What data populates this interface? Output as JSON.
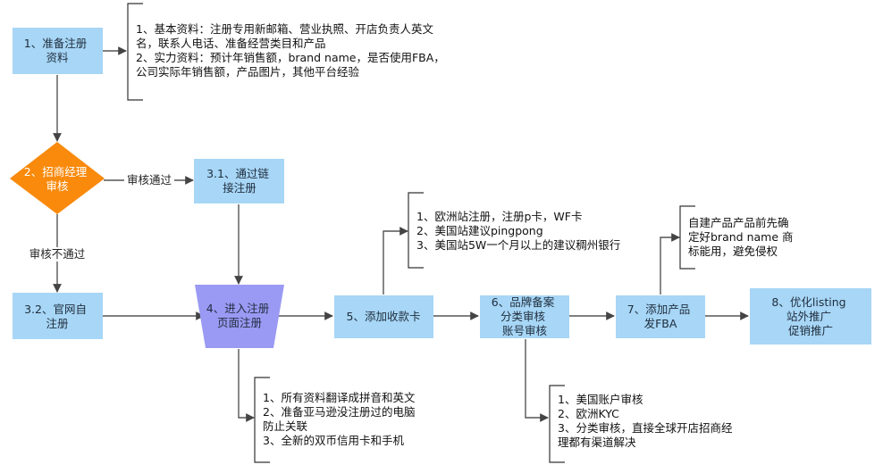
{
  "colors": {
    "box_fill": "#a7d6f6",
    "diamond_fill": "#f98a0c",
    "trapezoid_fill": "#9a9af4",
    "line": "#555555",
    "text": "#1f2d3d",
    "white": "#ffffff"
  },
  "nodes": {
    "n1": [
      "1、准备注册",
      "资料"
    ],
    "n2": [
      "2、招商经理",
      "审核"
    ],
    "n31": [
      "3.1、通过链",
      "接注册"
    ],
    "n32": [
      "3.2、官网自",
      "注册"
    ],
    "n4": [
      "4、进入注册",
      "页面注册"
    ],
    "n5": [
      "5、添加收款卡"
    ],
    "n6": [
      "6、品牌备案",
      "分类审核",
      "账号审核"
    ],
    "n7": [
      "7、添加产品",
      "发FBA"
    ],
    "n8": [
      "8、优化listing",
      "站外推广",
      "促销推广"
    ]
  },
  "edge_labels": {
    "pass": "审核通过",
    "fail": "审核不通过"
  },
  "notes": {
    "materials": [
      "1、基本资料：注册专用新邮箱、营业执照、开店负责人英文",
      "名，联系人电话、准备经营类目和产品",
      "2、实力资料：预计年销售额，brand name，是否使用FBA，",
      "公司实际年销售额，产品图片，其他平台经验"
    ],
    "payment": [
      "1、欧洲站注册，注册p卡，WF卡",
      "2、美国站建议pingpong",
      "3、美国站5W一个月以上的建议稠州银行"
    ],
    "trademark": [
      "自建产品产品前先确",
      "定好brand name 商",
      "标能用，避免侵权"
    ],
    "register": [
      "1、所有资料翻译成拼音和英文",
      "2、准备亚马逊没注册过的电脑",
      "防止关联",
      "3、全新的双币信用卡和手机"
    ],
    "review": [
      "1、美国账户审核",
      "2、欧洲KYC",
      "3、分类审核，直接全球开店招商经",
      "理都有渠道解决"
    ]
  }
}
